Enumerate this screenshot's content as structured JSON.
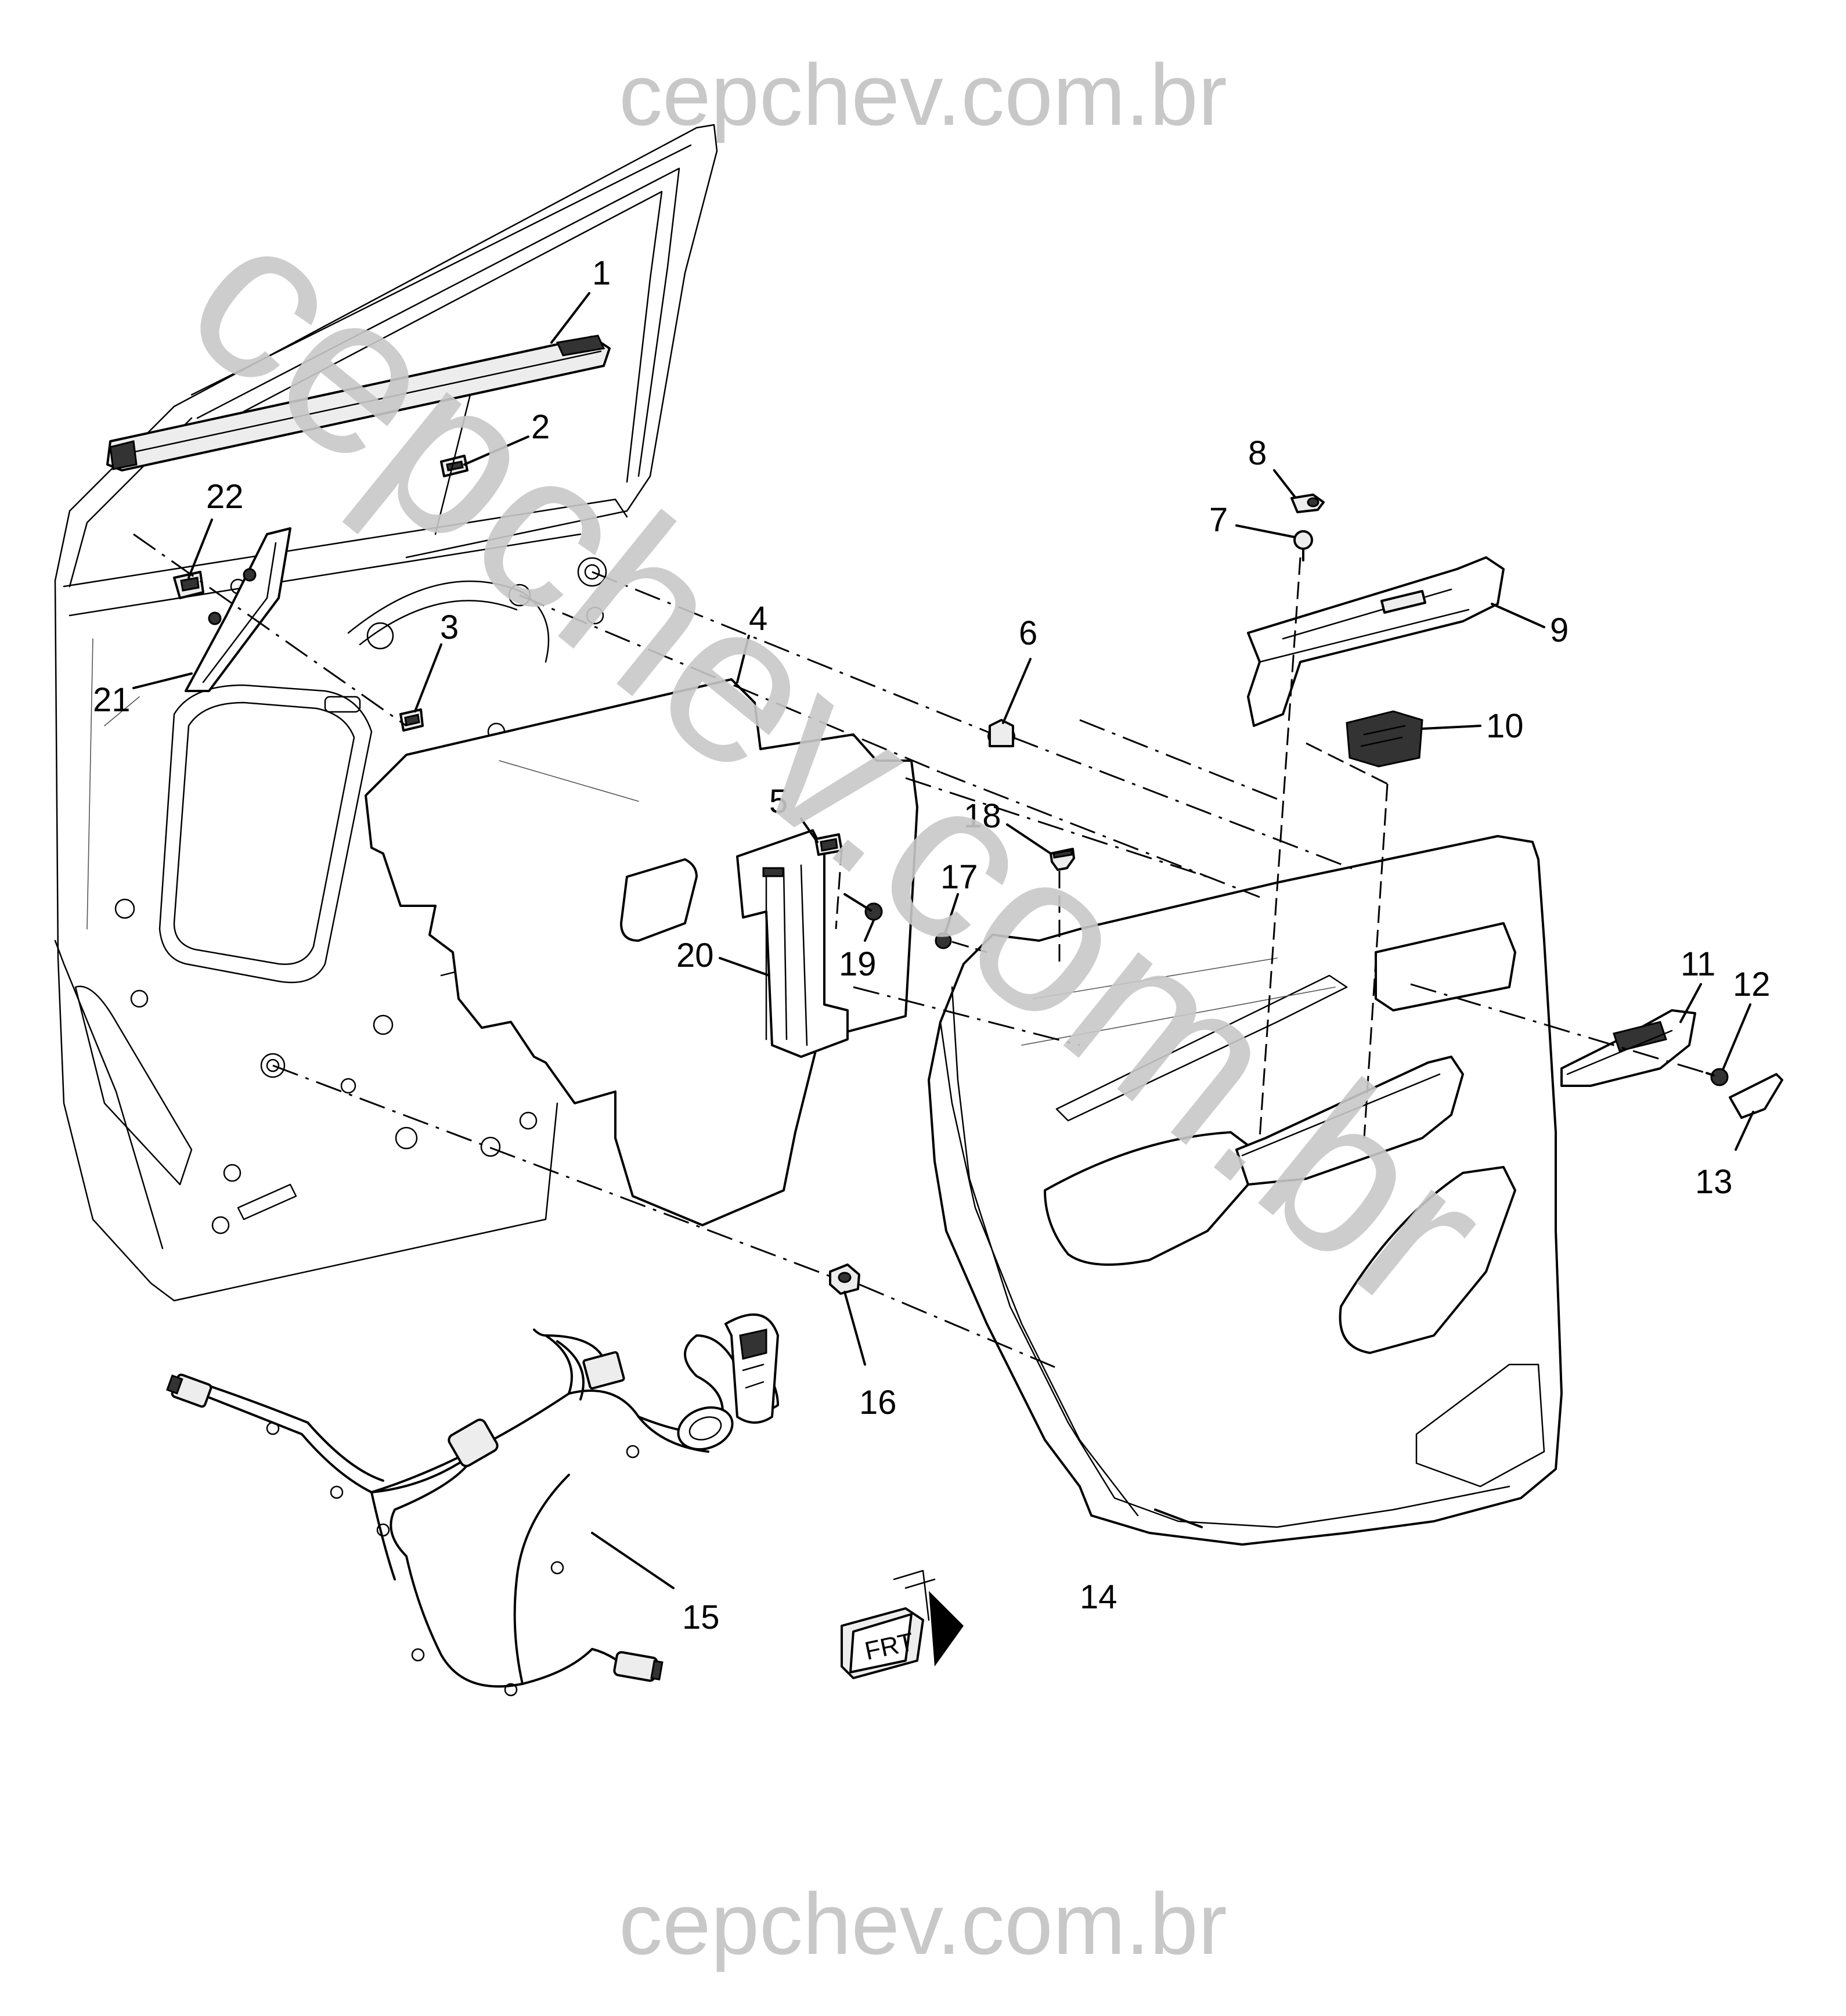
{
  "watermark": {
    "top": "cepchev.com.br",
    "bottom": "cepchev.com.br",
    "diagonal": "cepchev.com.br"
  },
  "colors": {
    "watermark": "#c8c8c8",
    "line": "#000000",
    "background": "#ffffff"
  },
  "frt_label": "FRT",
  "callouts": [
    "1",
    "2",
    "3",
    "4",
    "5",
    "6",
    "7",
    "8",
    "9",
    "10",
    "11",
    "12",
    "13",
    "14",
    "15",
    "16",
    "17",
    "18",
    "19",
    "20",
    "21",
    "22"
  ]
}
